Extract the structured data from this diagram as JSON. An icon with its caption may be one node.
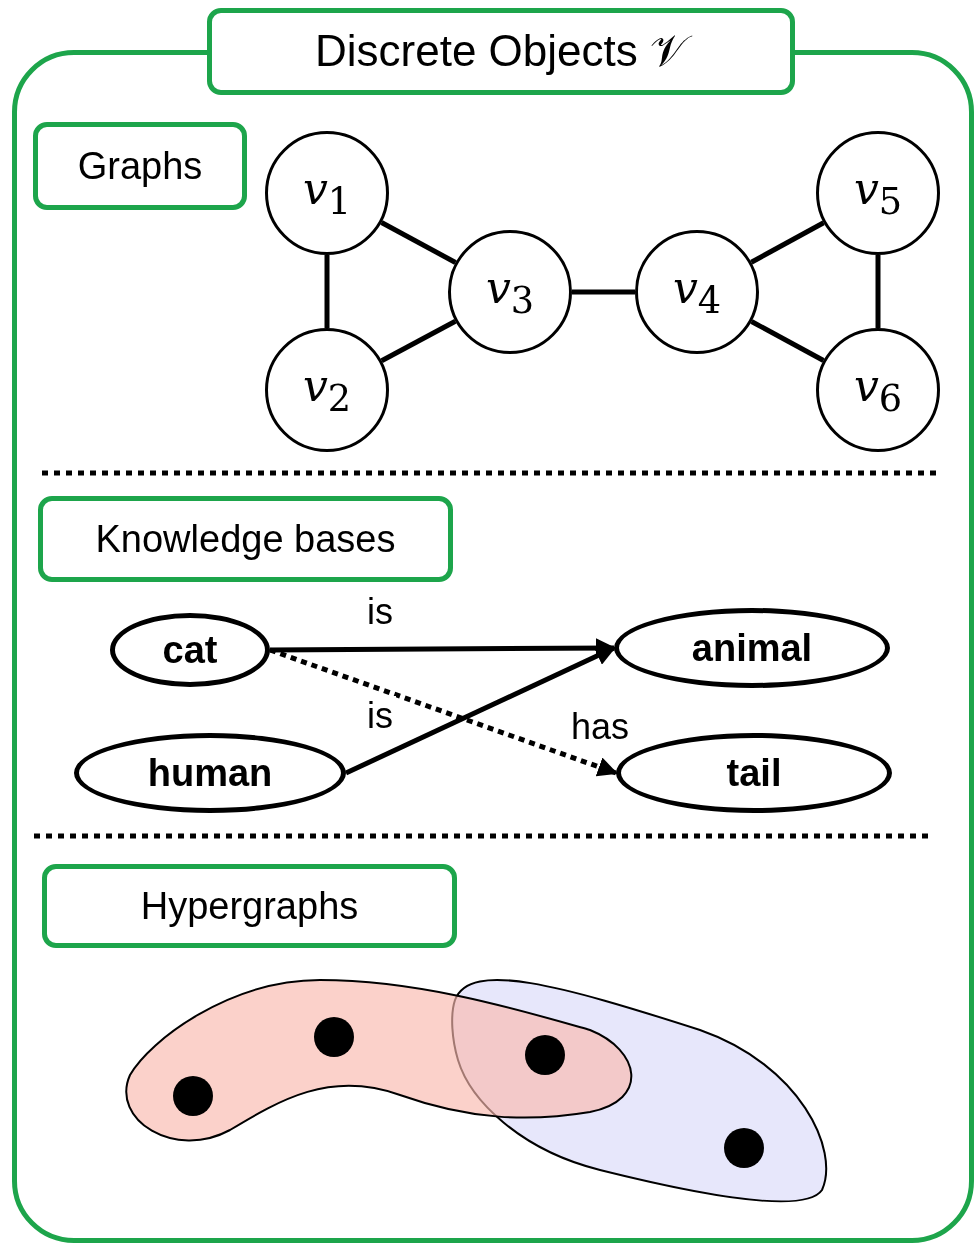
{
  "diagram": {
    "nodes": [
      {
        "text": [
          "Discrete Objects 𝒱"
        ]
      },
      {
        "text": [
          "Graphs"
        ],
        "in": 0
      },
      {
        "text": [
          "*v*$_{1}$"
        ],
        "in": 0
      },
      {
        "text": [
          "*v*$_{2}$"
        ],
        "in": 0
      },
      {
        "text": [
          "*v*$_{3}$"
        ],
        "in": 0
      },
      {
        "text": [
          "*v*$_{4}$"
        ],
        "in": 0
      },
      {
        "text": [
          "*v*$_{5}$"
        ],
        "in": 0
      },
      {
        "text": [
          "*v*$_{6}$"
        ],
        "in": 0
      },
      {
        "text": [
          "Knowledge bases"
        ],
        "in": 0
      },
      {
        "text": [
          "cat"
        ],
        "in": 0
      },
      {
        "text": [
          "animal"
        ],
        "in": 0
      },
      {
        "text": [
          "human"
        ],
        "in": 0
      },
      {
        "text": [
          "tail"
        ],
        "in": 0
      },
      {
        "text": [
          "Hypergraphs"
        ],
        "in": 0
      }
    ],
    "edges": [
      {
        "from": 2,
        "to": 3,
        "arrow": "none"
      },
      {
        "from": 2,
        "to": 4,
        "arrow": "none"
      },
      {
        "from": 3,
        "to": 4,
        "arrow": "none"
      },
      {
        "from": 4,
        "to": 5,
        "arrow": "none"
      },
      {
        "from": 5,
        "to": 6,
        "arrow": "none"
      },
      {
        "from": 5,
        "to": 7,
        "arrow": "none"
      },
      {
        "from": 6,
        "to": 7,
        "arrow": "none"
      },
      {
        "from": 9,
        "to": 10,
        "arrow": "to",
        "label": "is"
      },
      {
        "from": 11,
        "to": 10,
        "arrow": "to",
        "label": "is"
      },
      {
        "from": 9,
        "to": 12,
        "arrow": "to",
        "label": "has",
        "style": "dashed"
      }
    ]
  }
}
